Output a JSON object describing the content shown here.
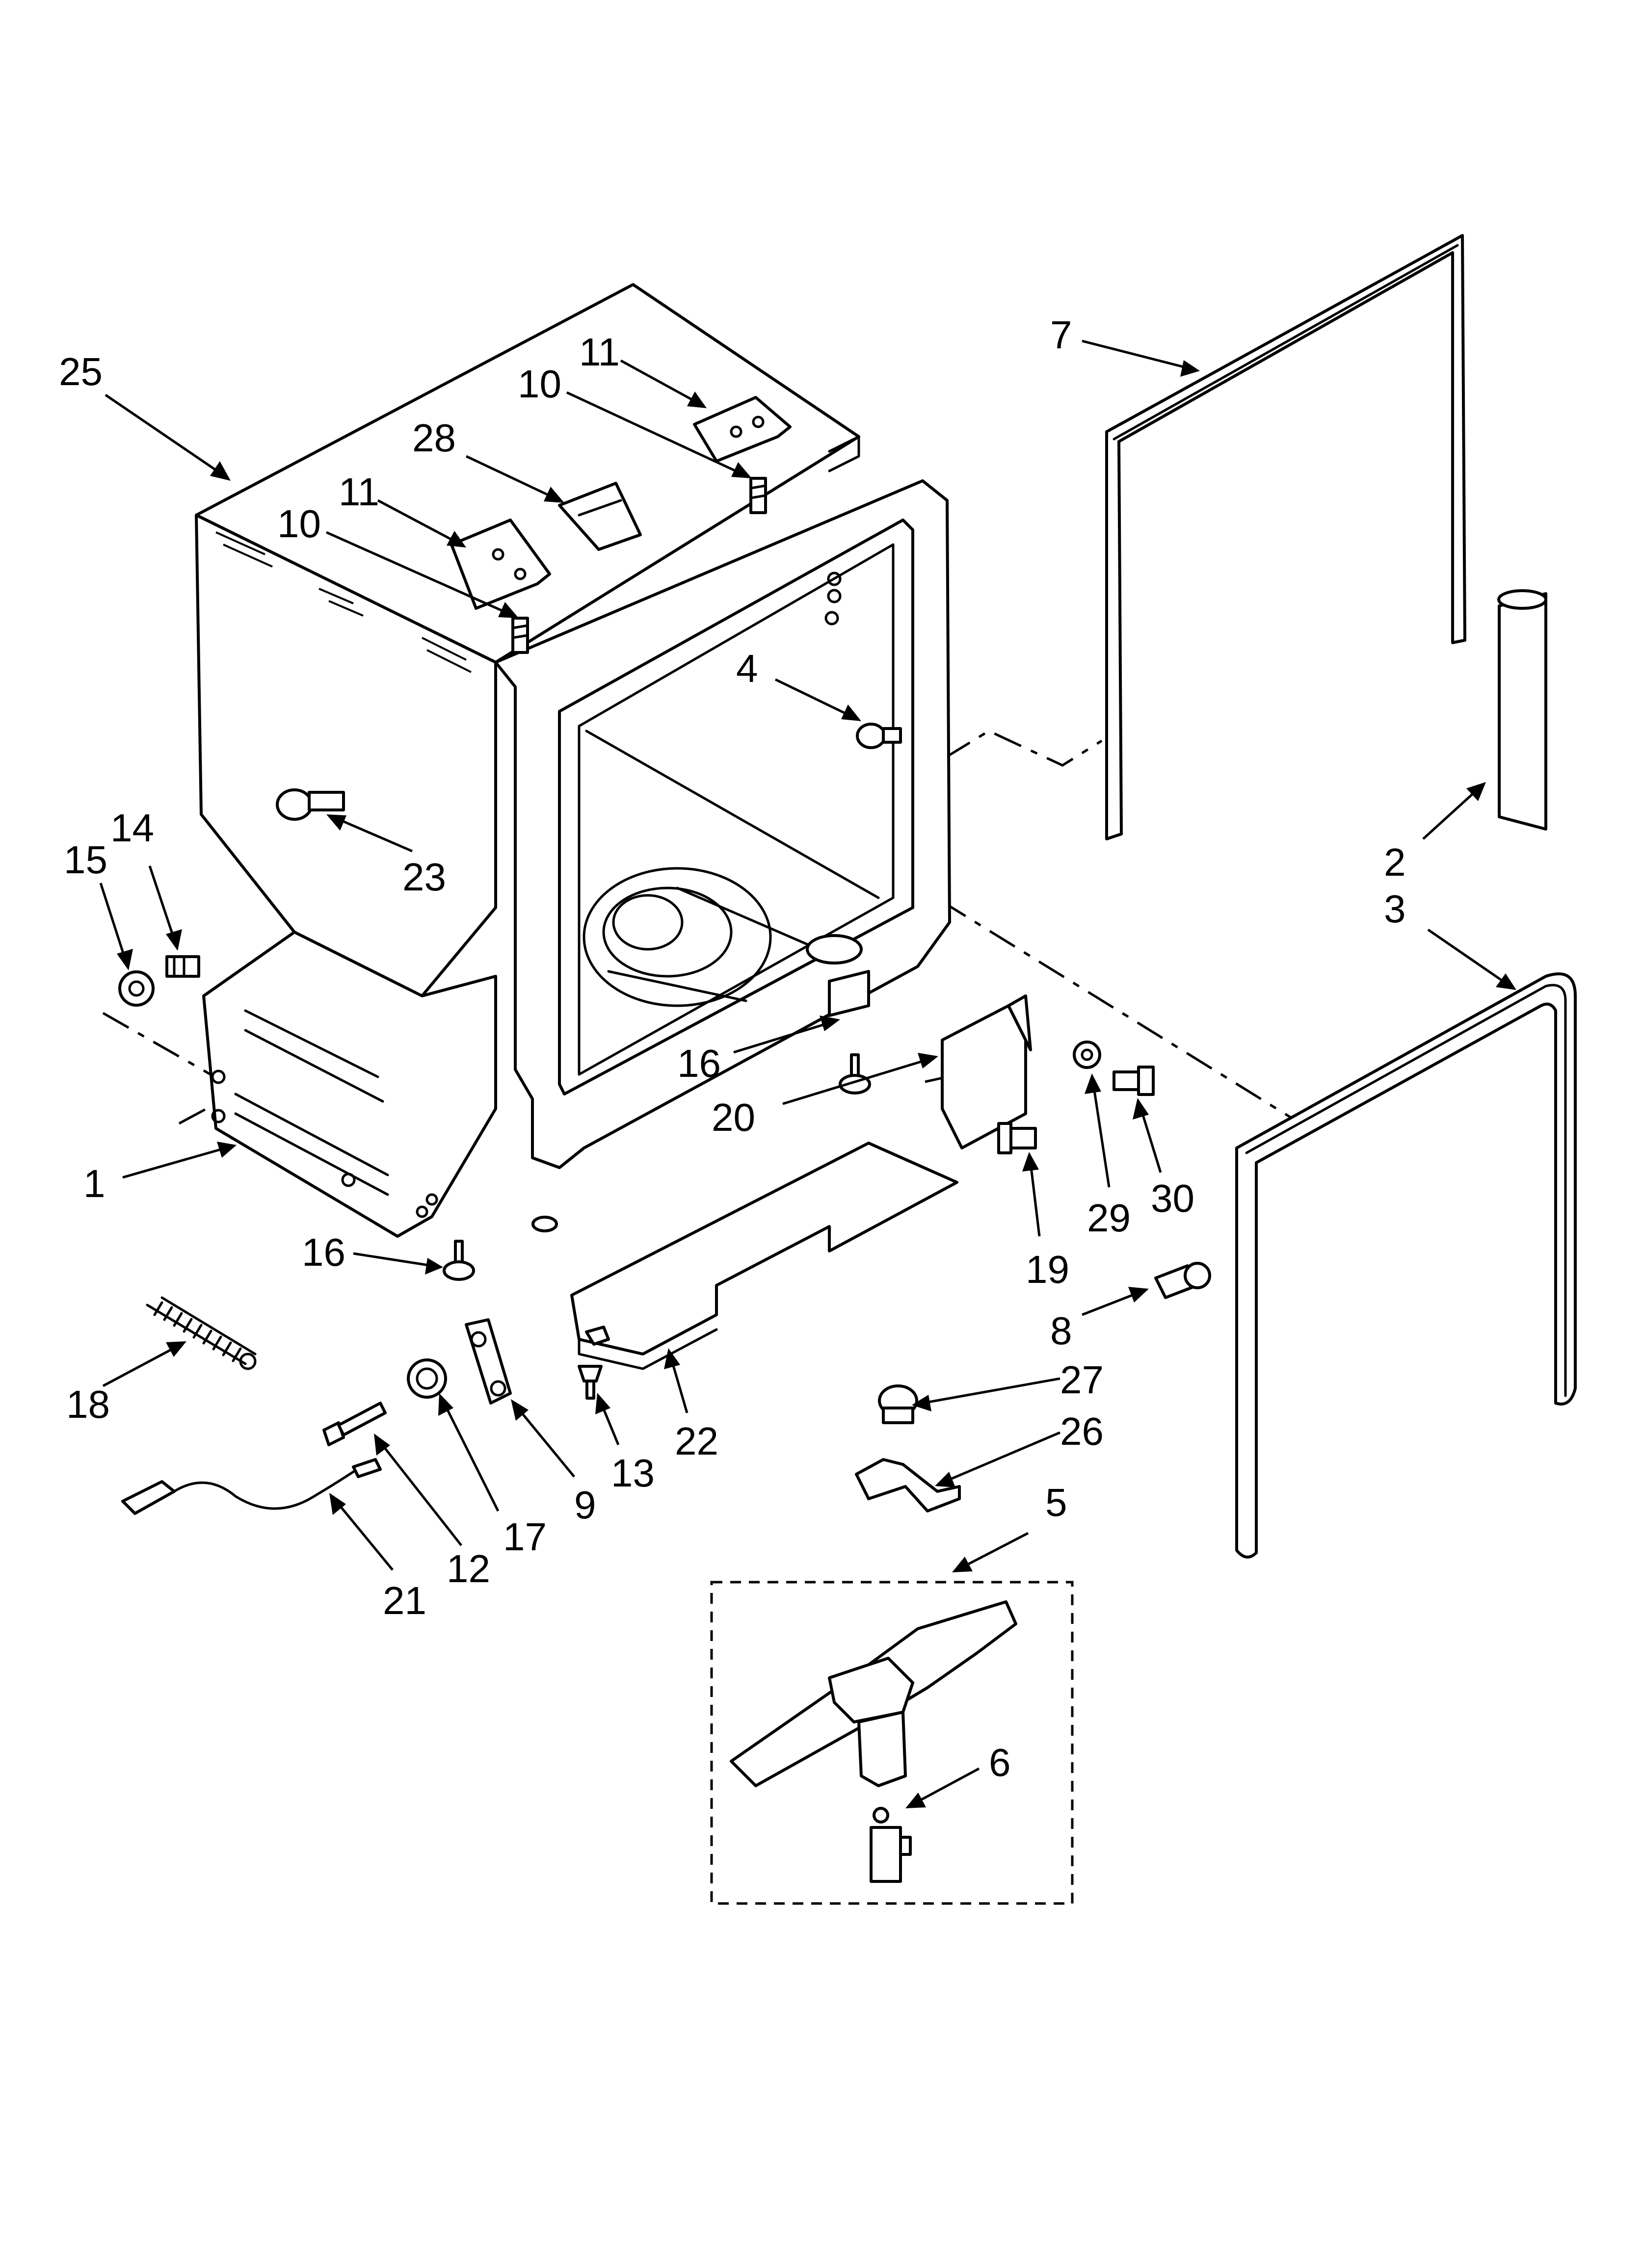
{
  "callouts": [
    {
      "id": "c25",
      "text": "25"
    },
    {
      "id": "c11a",
      "text": "11"
    },
    {
      "id": "c10a",
      "text": "10"
    },
    {
      "id": "c28",
      "text": "28"
    },
    {
      "id": "c11b",
      "text": "11"
    },
    {
      "id": "c10b",
      "text": "10"
    },
    {
      "id": "c7",
      "text": "7"
    },
    {
      "id": "c4",
      "text": "4"
    },
    {
      "id": "c23",
      "text": "23"
    },
    {
      "id": "c15",
      "text": "15"
    },
    {
      "id": "c14",
      "text": "14"
    },
    {
      "id": "c2",
      "text": "2"
    },
    {
      "id": "c3",
      "text": "3"
    },
    {
      "id": "c16a",
      "text": "16"
    },
    {
      "id": "c20",
      "text": "20"
    },
    {
      "id": "c29",
      "text": "29"
    },
    {
      "id": "c30",
      "text": "30"
    },
    {
      "id": "c19",
      "text": "19"
    },
    {
      "id": "c1",
      "text": "1"
    },
    {
      "id": "c16b",
      "text": "16"
    },
    {
      "id": "c8",
      "text": "8"
    },
    {
      "id": "c27",
      "text": "27"
    },
    {
      "id": "c18",
      "text": "18"
    },
    {
      "id": "c22",
      "text": "22"
    },
    {
      "id": "c13",
      "text": "13"
    },
    {
      "id": "c9",
      "text": "9"
    },
    {
      "id": "c26",
      "text": "26"
    },
    {
      "id": "c17",
      "text": "17"
    },
    {
      "id": "c12",
      "text": "12"
    },
    {
      "id": "c21",
      "text": "21"
    },
    {
      "id": "c5",
      "text": "5"
    },
    {
      "id": "c6",
      "text": "6"
    }
  ]
}
